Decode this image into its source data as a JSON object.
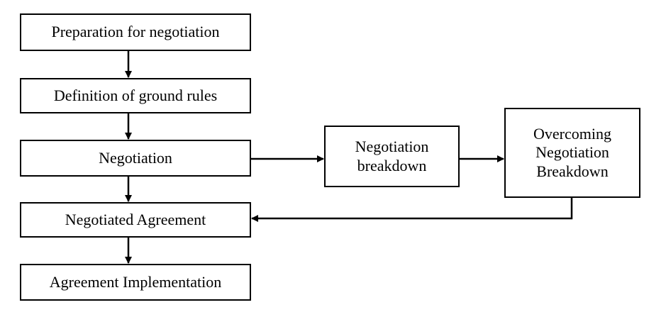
{
  "diagram": {
    "nodes": {
      "preparation": {
        "label": "Preparation for negotiation"
      },
      "ground_rules": {
        "label": "Definition of ground rules"
      },
      "negotiation": {
        "label": "Negotiation"
      },
      "negotiated_agreement": {
        "label": "Negotiated Agreement"
      },
      "implementation": {
        "label": "Agreement Implementation"
      },
      "breakdown": {
        "lines": [
          "Negotiation",
          "breakdown"
        ]
      },
      "overcoming": {
        "lines": [
          "Overcoming",
          "Negotiation",
          "Breakdown"
        ]
      }
    },
    "edges": [
      {
        "from": "preparation",
        "to": "ground_rules"
      },
      {
        "from": "ground_rules",
        "to": "negotiation"
      },
      {
        "from": "negotiation",
        "to": "negotiated_agreement"
      },
      {
        "from": "negotiated_agreement",
        "to": "implementation"
      },
      {
        "from": "negotiation",
        "to": "breakdown"
      },
      {
        "from": "breakdown",
        "to": "overcoming"
      },
      {
        "from": "overcoming",
        "to": "negotiated_agreement"
      }
    ],
    "colors": {
      "stroke": "#000000",
      "fill": "#ffffff",
      "text": "#000000"
    }
  }
}
